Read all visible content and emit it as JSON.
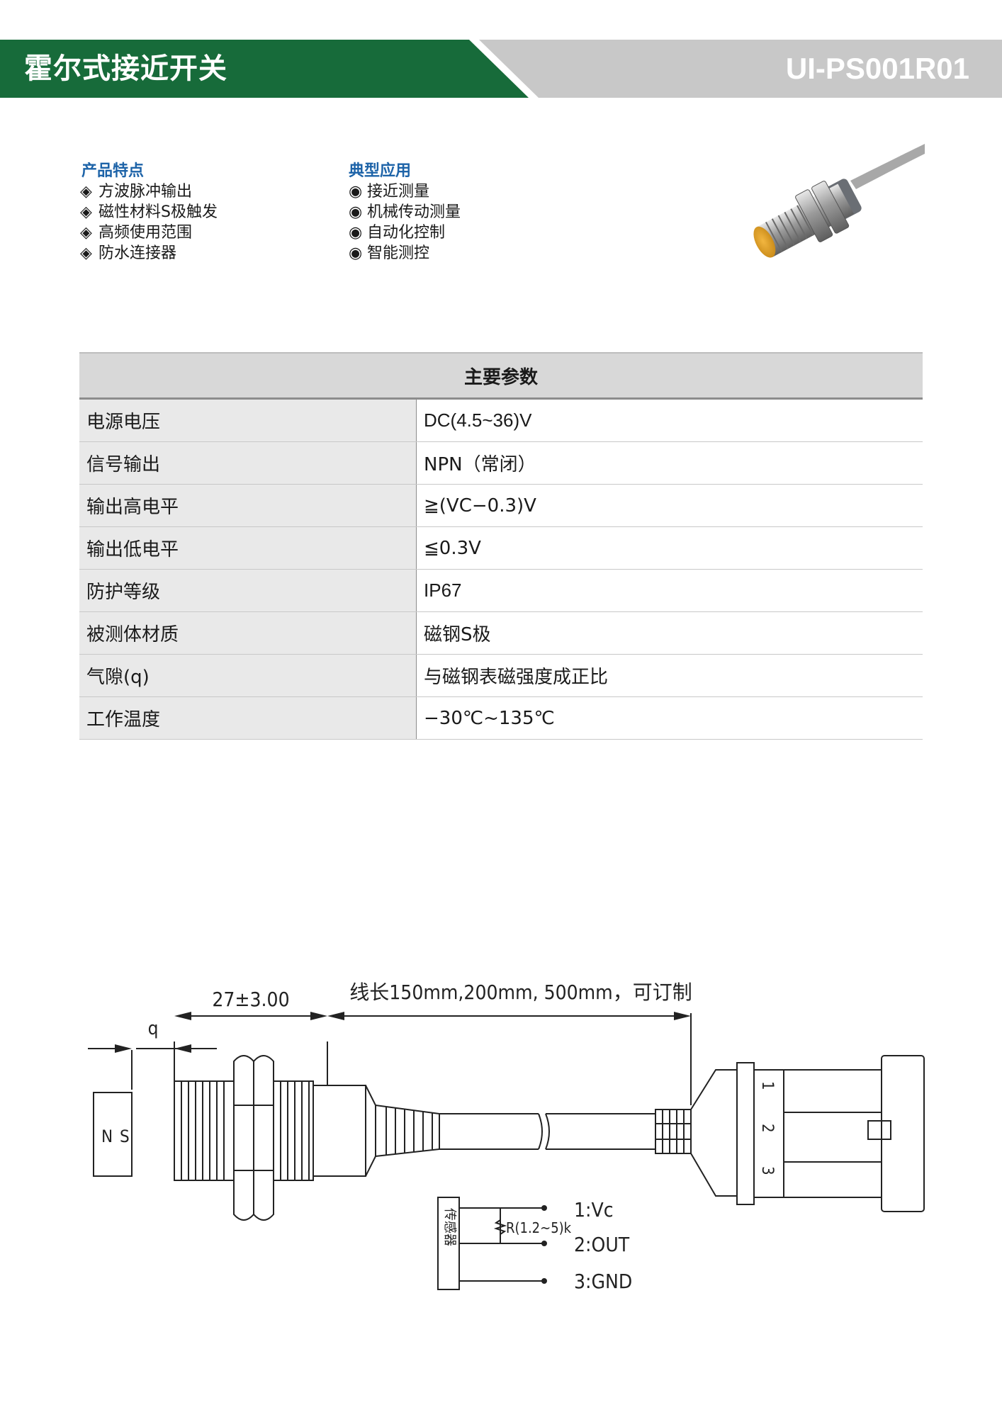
{
  "header": {
    "title": "霍尔式接近开关",
    "model": "UI-PS001R01",
    "colors": {
      "green": "#176b3a",
      "gray": "#c8c8c8"
    }
  },
  "features": {
    "title": "产品特点",
    "bullet": "◈",
    "items": [
      "方波脉冲输出",
      "磁性材料S极触发",
      "高频使用范围",
      "防水连接器"
    ]
  },
  "applications": {
    "title": "典型应用",
    "bullet": "◉",
    "items": [
      "接近测量",
      "机械传动测量",
      "自动化控制",
      "智能测控"
    ]
  },
  "params": {
    "title": "主要参数",
    "rows": [
      {
        "label": "电源电压",
        "value": "DC(4.5~36)V"
      },
      {
        "label": "信号输出",
        "value": "NPN（常闭）"
      },
      {
        "label": "输出高电平",
        "value": "≧(VC−0.3)V"
      },
      {
        "label": "输出低电平",
        "value": "≦0.3V"
      },
      {
        "label": "防护等级",
        "value": "IP67"
      },
      {
        "label": "被测体材质",
        "value": "磁钢S极"
      },
      {
        "label": "气隙(q)",
        "value": "与磁钢表磁强度成正比"
      },
      {
        "label": "工作温度",
        "value": "−30℃~135℃"
      }
    ]
  },
  "drawing": {
    "dim_length": "27±3.00",
    "dim_gap": "q",
    "cable_note": "线长150mm,200mm, 500mm，可订制",
    "magnet_n": "N",
    "magnet_s": "S",
    "pins": [
      "1",
      "2",
      "3"
    ],
    "sensor_label": "传感器",
    "resistor": "R(1.2~5)k",
    "wires": [
      "1:Vc",
      "2:OUT",
      "3:GND"
    ]
  }
}
